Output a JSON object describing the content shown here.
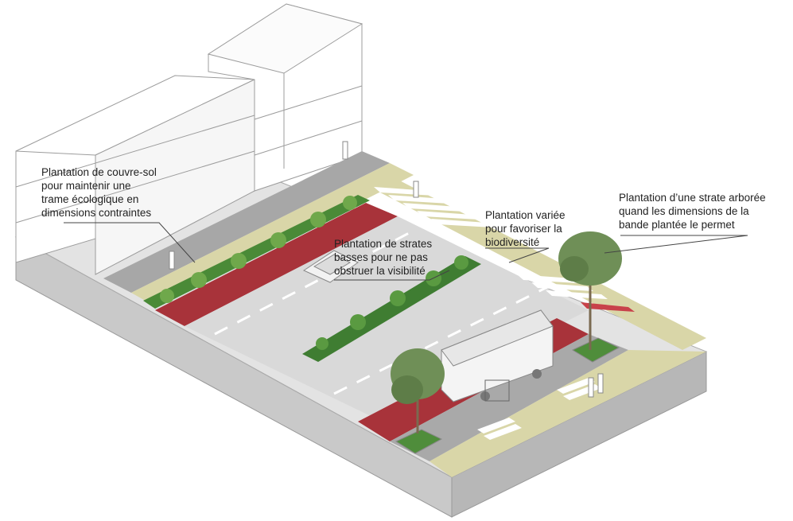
{
  "annotations": {
    "couvre_sol": {
      "lines": [
        "Plantation de couvre-sol",
        "pour maintenir une",
        "trame écologique en",
        "dimensions contraintes"
      ]
    },
    "strates_basses": {
      "lines": [
        "Plantation de strates",
        "basses pour ne pas",
        "obstruer la visibilité"
      ]
    },
    "variee": {
      "lines": [
        "Plantation variée",
        "pour favoriser la",
        "biodiversité"
      ]
    },
    "arboree": {
      "lines": [
        "Plantation d’une strate arborée",
        "quand les dimensions de la",
        "bande plantée le permet"
      ]
    }
  },
  "colors": {
    "bike_lane": "#a8333a",
    "road": "#d8d8d8",
    "sidewalk_beige": "#d9d6a8",
    "sidewalk_grey": "#9a9a9a",
    "planting": "#3f7d32",
    "tree": "#6f8f57",
    "base": "#cfcfcf"
  }
}
